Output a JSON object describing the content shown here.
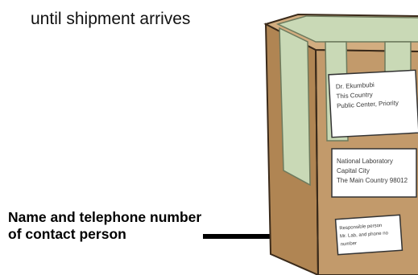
{
  "caption_top": "until shipment arrives",
  "contact_label": "Name and telephone number of contact person",
  "box": {
    "sender_label": {
      "lines": [
        "Dr. Ekumbubi",
        "This Country",
        "Public Center, Priority"
      ]
    },
    "recipient_label": {
      "lines": [
        "National Laboratory",
        "Capital City",
        "The Main Country 98012"
      ]
    },
    "contact_sticker": {
      "lines": [
        "Responsible person",
        "Mr. Lab, and phone no",
        "number"
      ]
    }
  },
  "colors": {
    "box_front": "#c29a6b",
    "box_side": "#b08553",
    "box_top": "#d2ad80",
    "tape": "#c9d9b6",
    "arrow": "#000000"
  }
}
